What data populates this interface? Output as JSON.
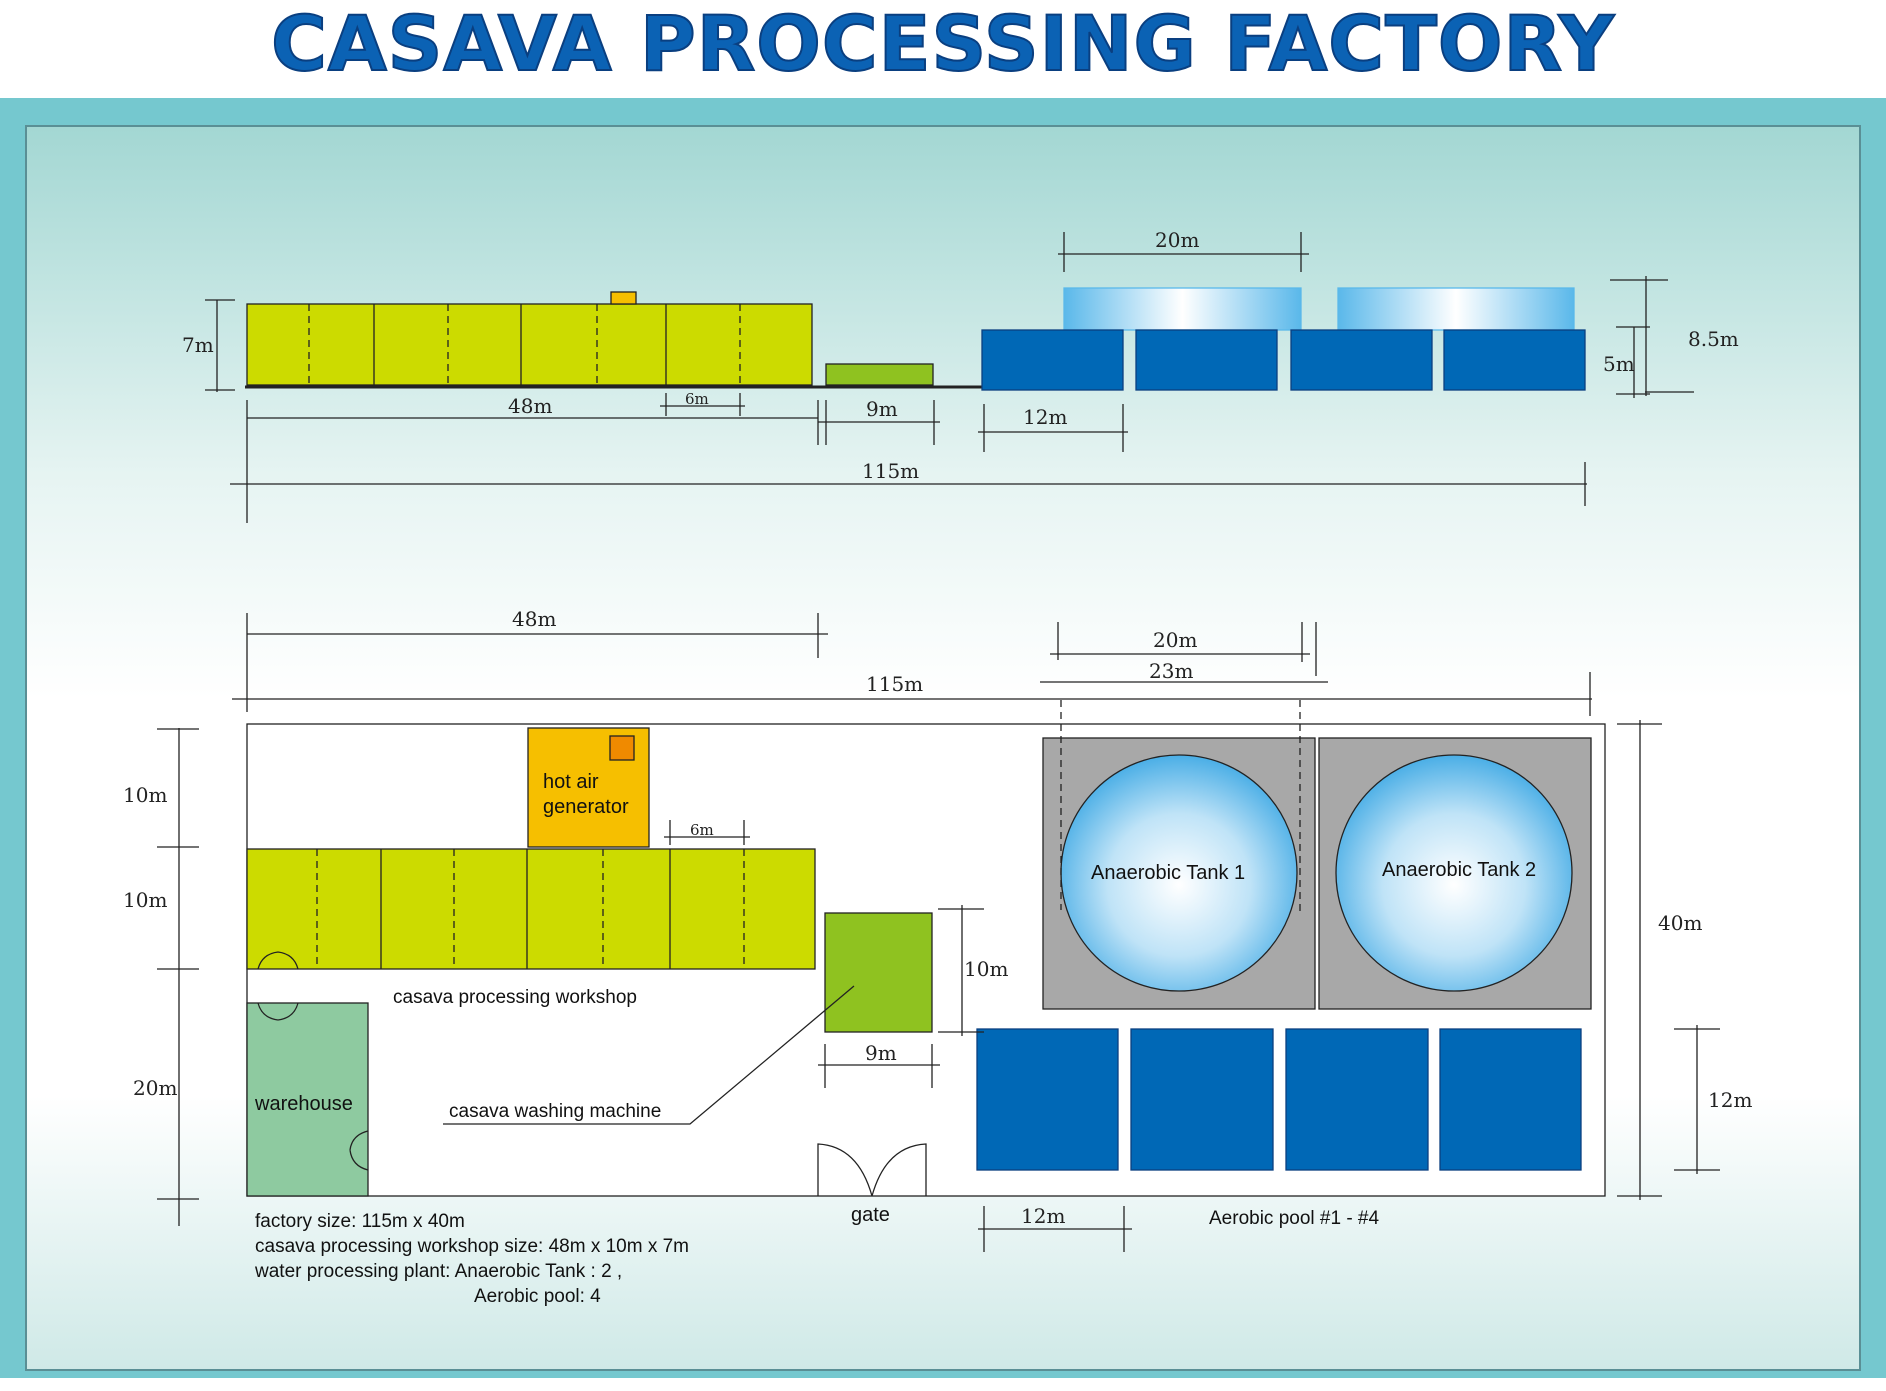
{
  "title": "CASAVA PROCESSING FACTORY",
  "elevation": {
    "height_workshop": "7m",
    "width_workshop": "48m",
    "bay_width": "6m",
    "width_washer": "9m",
    "width_pool": "12m",
    "width_tank": "20m",
    "total_length": "115m",
    "height_pool": "5m",
    "height_tank": "8.5m"
  },
  "plan": {
    "width_workshop": "48m",
    "width_tank_inner": "20m",
    "width_tank_outer": "23m",
    "total_length": "115m",
    "depth_generator": "10m",
    "depth_workshop": "10m",
    "depth_warehouse": "20m",
    "bay_width": "6m",
    "washer_depth": "10m",
    "washer_width": "9m",
    "total_depth": "40m",
    "pool_depth": "12m",
    "pool_width": "12m"
  },
  "labels": {
    "hot_air_line1": "hot air",
    "hot_air_line2": "generator",
    "workshop": "casava processing workshop",
    "warehouse": "warehouse",
    "washing_machine": "casava washing machine",
    "tank1": "Anaerobic Tank 1",
    "tank2": "Anaerobic Tank 2",
    "gate": "gate",
    "aerobic": "Aerobic pool #1 - #4"
  },
  "notes": {
    "line1": "factory size: 115m x 40m",
    "line2": "casava processing workshop size: 48m x 10m x 7m",
    "line3": "water processing plant: Anaerobic Tank : 2 ,",
    "line4": "Aerobic pool: 4"
  },
  "colors": {
    "workshop": "#ccdb00",
    "washer": "#8fc220",
    "generator": "#f6bf00",
    "pool": "#0068b6",
    "tank_edge": "#5ab8ea",
    "warehouse": "#8ecaa0",
    "tank_base": "#a8a8a8"
  }
}
